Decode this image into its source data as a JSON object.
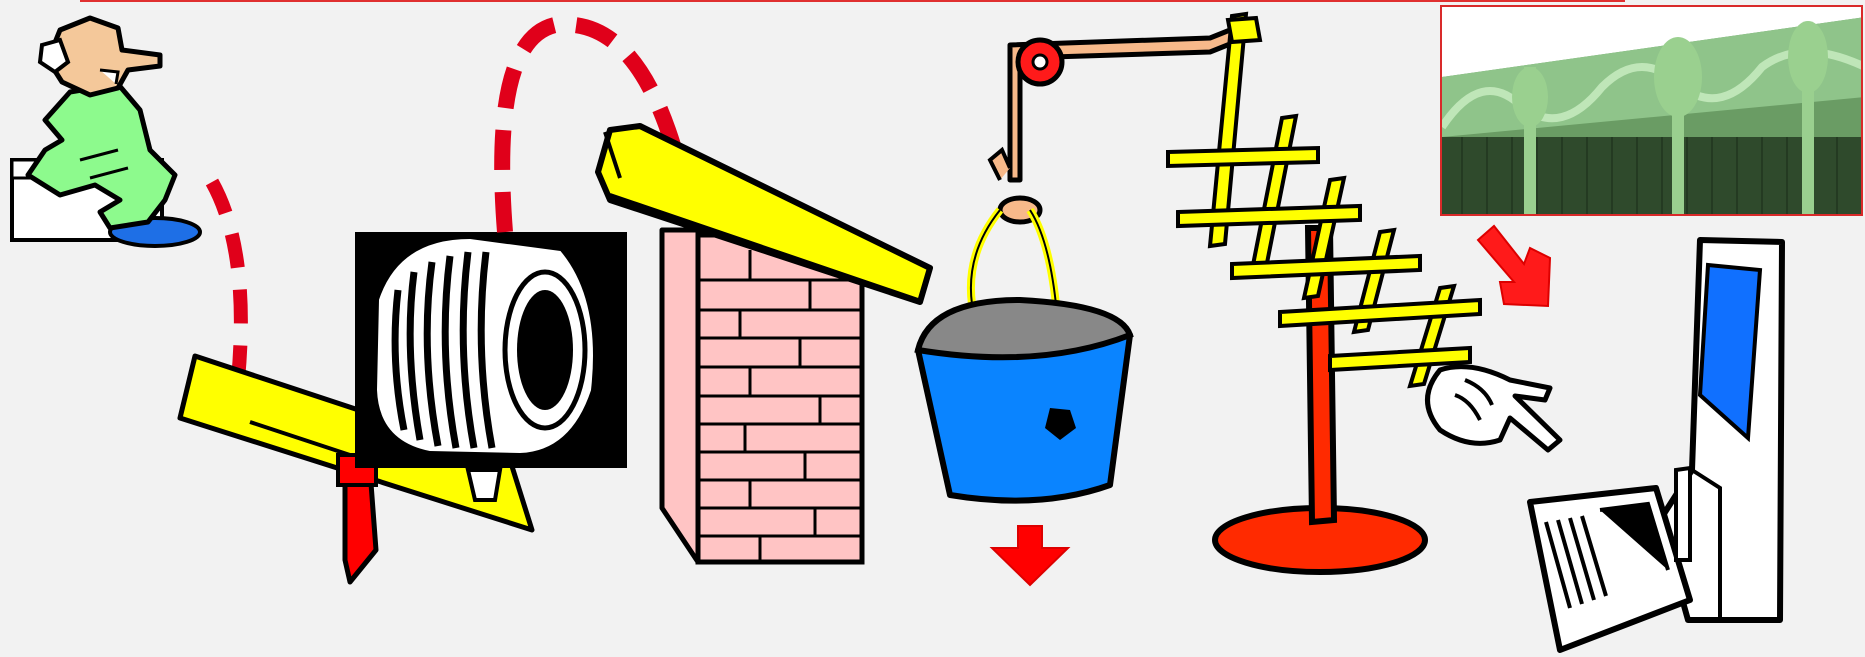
{
  "title": "",
  "colors": {
    "background": "#f2f2f2",
    "outline": "#000000",
    "skin": "#f4c89a",
    "shirt": "#8dfa8d",
    "puddle": "#1e6fe6",
    "seesaw": "#ffff00",
    "accent_red": "#ff0000",
    "brick": "#ffc4c4",
    "bucket": "#0a84ff",
    "bucket_inside": "#888888",
    "rope": "#f7b98a",
    "photo_border": "#d92a2a",
    "base": "#ff2a00",
    "screen": "#1070ff"
  },
  "components": [
    {
      "id": "person",
      "icon": "bald-man-icon"
    },
    {
      "id": "seesaw",
      "icon": "seesaw-plank-icon"
    },
    {
      "id": "tire",
      "icon": "tire-icon"
    },
    {
      "id": "brick-pillar",
      "icon": "brick-wall-icon"
    },
    {
      "id": "ramp",
      "icon": "yellow-chute-icon"
    },
    {
      "id": "bucket",
      "icon": "bucket-icon"
    },
    {
      "id": "pulley",
      "icon": "pulley-icon"
    },
    {
      "id": "scissor-lift",
      "icon": "extending-lattice-icon"
    },
    {
      "id": "pointing-hand",
      "icon": "pointing-hand-icon"
    },
    {
      "id": "wall-photo",
      "icon": "green-fence-photo"
    },
    {
      "id": "computer",
      "icon": "computer-terminal-icon"
    }
  ],
  "arrows": [
    {
      "id": "down-arrow",
      "icon": "red-down-arrow-icon"
    },
    {
      "id": "diagonal-arrow",
      "icon": "red-diagonal-arrow-icon"
    }
  ]
}
